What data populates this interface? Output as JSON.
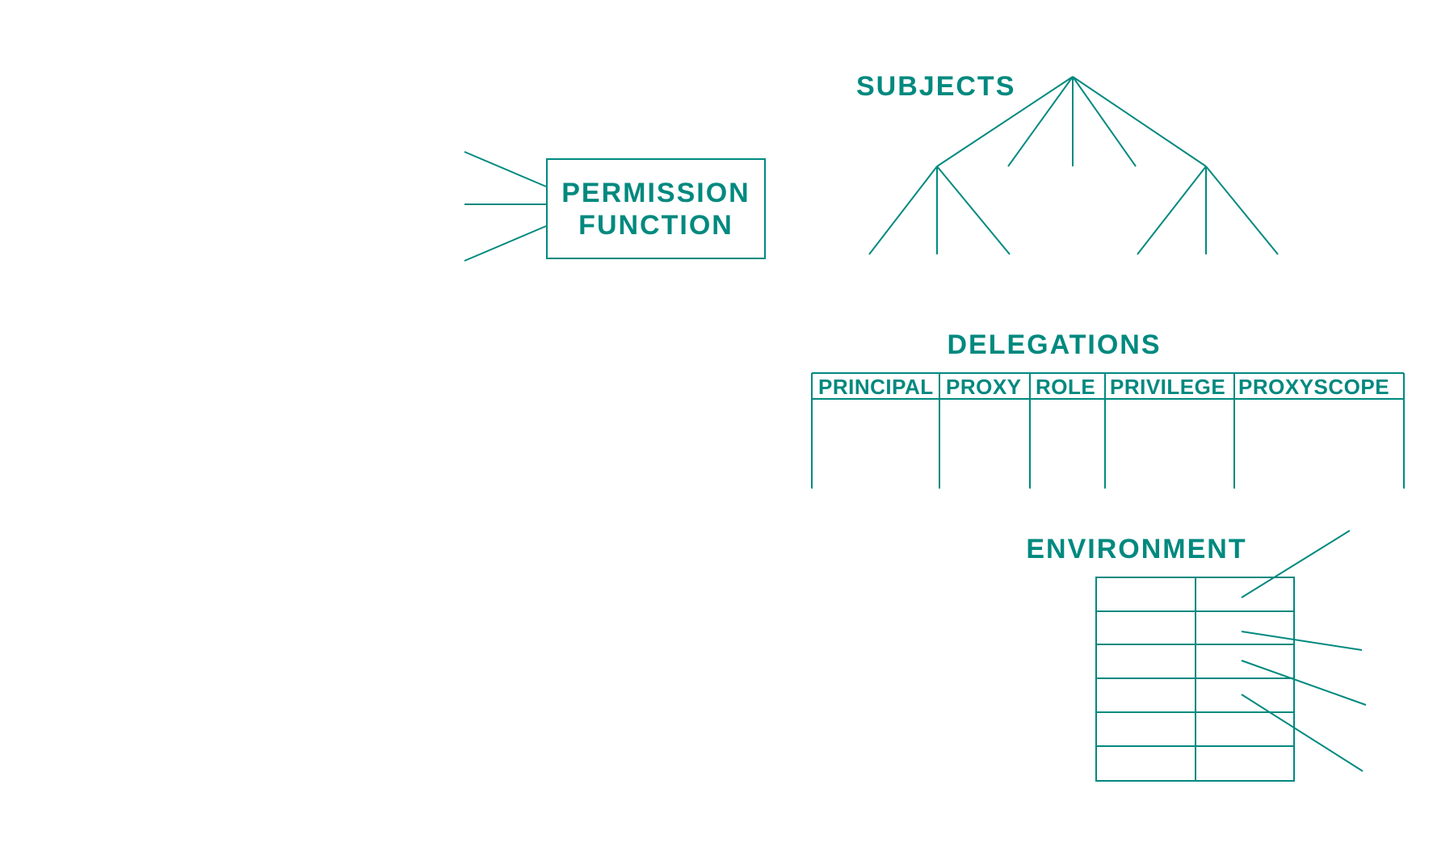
{
  "colors": {
    "ink": "#00897f",
    "background": "#ffffff"
  },
  "permission_function": {
    "line1": "PERMISSION",
    "line2": "FUNCTION",
    "input_lines": 3
  },
  "subjects": {
    "title": "SUBJECTS"
  },
  "delegations": {
    "title": "DELEGATIONS",
    "columns": [
      "PRINCIPAL",
      "PROXY",
      "ROLE",
      "PRIVILEGE",
      "PROXYSCOPE"
    ]
  },
  "environment": {
    "title": "ENVIRONMENT",
    "rows": 6,
    "columns": 2
  }
}
